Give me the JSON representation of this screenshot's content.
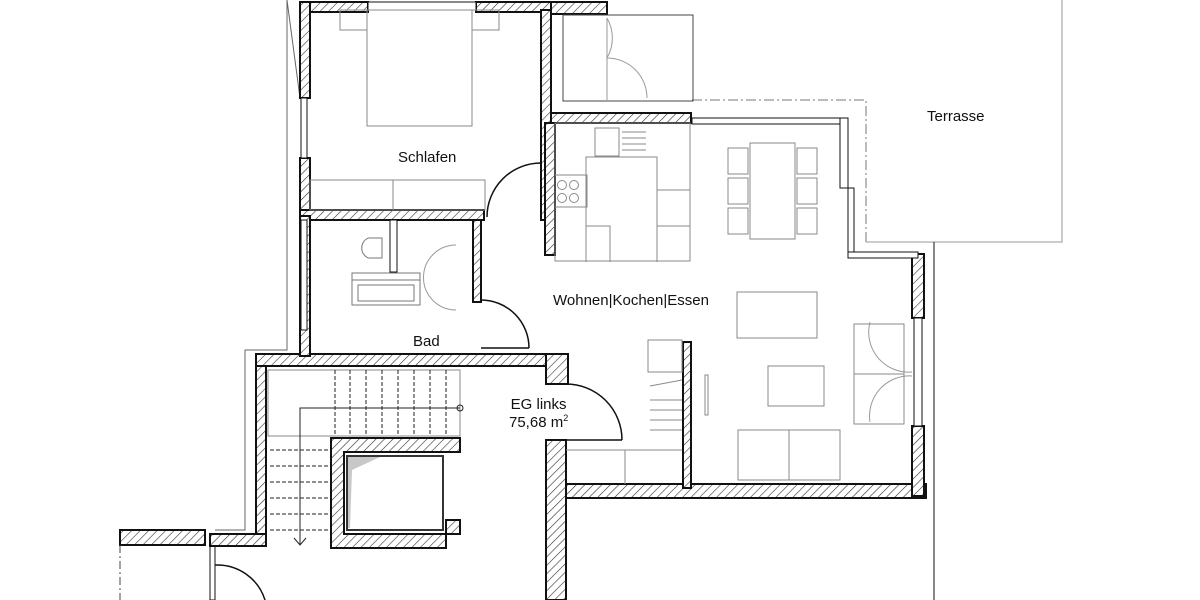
{
  "plan": {
    "title": "EG links",
    "area": "75,68 m",
    "area_unit_sup": "2",
    "colors": {
      "wall": "#111111",
      "hatch": "#333333",
      "furniture": "#8a8a8a",
      "terrace_line": "#9a9a9a"
    }
  },
  "rooms": {
    "schlafen": {
      "label": "Schlafen"
    },
    "bad": {
      "label": "Bad"
    },
    "wohnen": {
      "label": "Wohnen|Kochen|Essen"
    },
    "terrasse": {
      "label": "Terrasse"
    }
  },
  "unit_label": {
    "line1": "EG links",
    "line2": "75,68 m",
    "sup": "2"
  }
}
